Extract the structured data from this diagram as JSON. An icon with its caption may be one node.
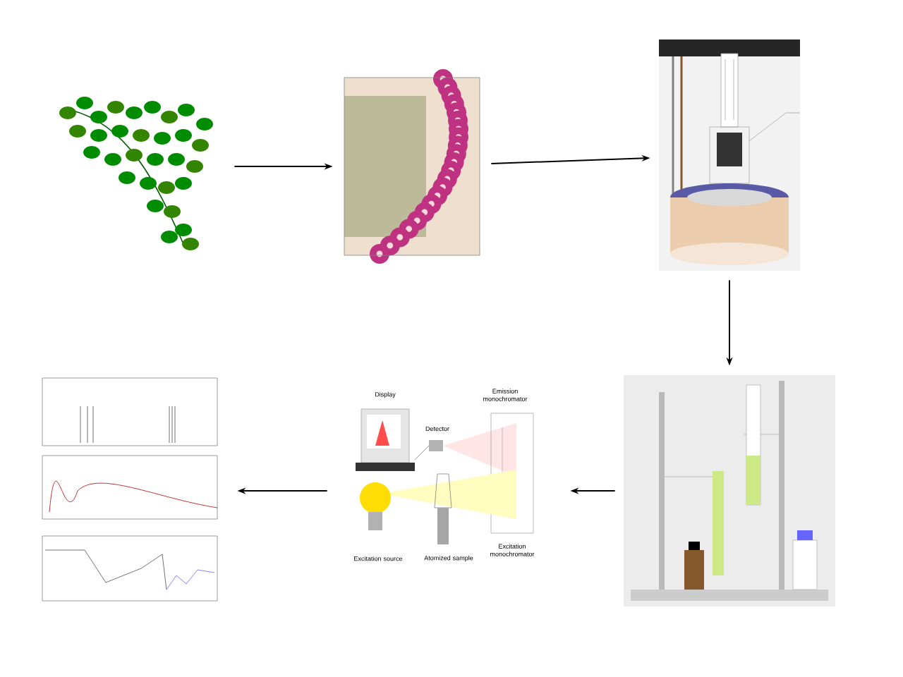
{
  "diagram": {
    "nodes": [
      {
        "text": [],
        "shape": "picture"
      },
      {
        "text": [],
        "shape": "picture"
      },
      {
        "text": [],
        "shape": "picture"
      },
      {
        "text": [],
        "shape": "picture"
      },
      {
        "text": [],
        "shape": "picture"
      },
      {
        "text": [],
        "shape": "picture"
      }
    ],
    "edges": [
      {
        "from": 0,
        "to": 1,
        "arrow": "to"
      },
      {
        "from": 1,
        "to": 2,
        "arrow": "to"
      },
      {
        "from": 2,
        "to": 3,
        "arrow": "to"
      },
      {
        "from": 3,
        "to": 4,
        "arrow": "to"
      },
      {
        "from": 4,
        "to": 5,
        "arrow": "to"
      }
    ],
    "labels": [
      "Display",
      "Emission monochromator",
      "Detector",
      "Excitation monochromator",
      "Excitation source",
      "Atomized sample"
    ]
  }
}
